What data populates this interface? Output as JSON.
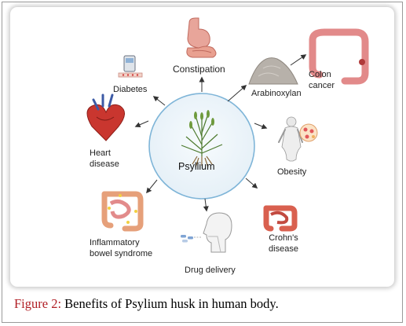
{
  "hub": {
    "label": "Psyllium"
  },
  "nodes": [
    {
      "id": "constipation",
      "label": "Constipation"
    },
    {
      "id": "diabetes",
      "label": "Diabetes"
    },
    {
      "id": "arabinoxylan",
      "label": "Arabinoxylan"
    },
    {
      "id": "colon_cancer",
      "label_line1": "Colon",
      "label_line2": "cancer"
    },
    {
      "id": "heart_disease",
      "label_line1": "Heart",
      "label_line2": "disease"
    },
    {
      "id": "obesity",
      "label": "Obesity"
    },
    {
      "id": "ibs",
      "label_line1": "Inflammatory",
      "label_line2": "bowel syndrome"
    },
    {
      "id": "drug_delivery",
      "label": "Drug delivery"
    },
    {
      "id": "crohns",
      "label_line1": "Crohn's",
      "label_line2": "disease"
    }
  ],
  "caption": {
    "prefix": "Figure 2:",
    "text": " Benefits of Psylium husk in human body."
  },
  "colors": {
    "hub_fill": "#eaf2f8",
    "hub_stroke": "#7fb5d8",
    "arrow": "#333333",
    "caption_label": "#b01e24"
  }
}
